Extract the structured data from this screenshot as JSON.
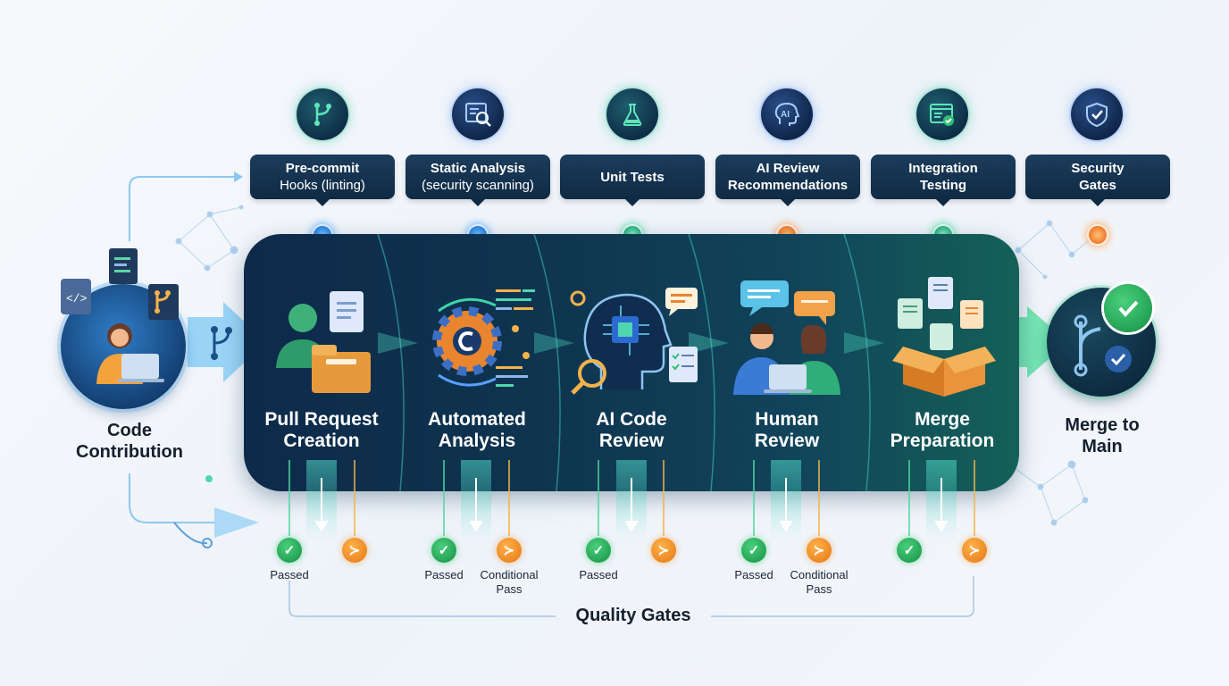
{
  "start": {
    "label_line1": "Code",
    "label_line2": "Contribution"
  },
  "end": {
    "label_line1": "Merge to",
    "label_line2": "Main"
  },
  "checks": [
    {
      "line1": "Pre-commit",
      "line2": "Hooks (linting)",
      "icon": "branch-icon",
      "dot": "blue"
    },
    {
      "line1": "Static Analysis",
      "line2": "(security scanning)",
      "icon": "code-search-icon",
      "dot": "blue"
    },
    {
      "line1": "Unit Tests",
      "line2": "",
      "icon": "flask-icon",
      "dot": "green"
    },
    {
      "line1": "AI Review",
      "line2": "Recommendations",
      "icon": "ai-head-icon",
      "dot": "orange"
    },
    {
      "line1": "Integration",
      "line2": "Testing",
      "icon": "checklist-window-icon",
      "dot": "green"
    },
    {
      "line1": "Security",
      "line2": "Gates",
      "icon": "shield-check-icon",
      "dot": "orange"
    }
  ],
  "stages": [
    {
      "line1": "Pull Request",
      "line2": "Creation",
      "icon": "person-document-folder-icon"
    },
    {
      "line1": "Automated",
      "line2": "Analysis",
      "icon": "gear-code-icon"
    },
    {
      "line1": "AI Code",
      "line2": "Review",
      "icon": "ai-circuit-head-icon"
    },
    {
      "line1": "Human",
      "line2": "Review",
      "icon": "people-laptop-icon"
    },
    {
      "line1": "Merge",
      "line2": "Preparation",
      "icon": "box-documents-icon"
    }
  ],
  "gates": {
    "passed_label": "Passed",
    "conditional_line1": "Conditional",
    "conditional_line2": "Pass",
    "title": "Quality Gates"
  },
  "colors": {
    "navy": "#0d2a4a",
    "teal": "#146058",
    "green": "#27b07e",
    "orange": "#f07a28",
    "blue": "#2b7fe0"
  }
}
